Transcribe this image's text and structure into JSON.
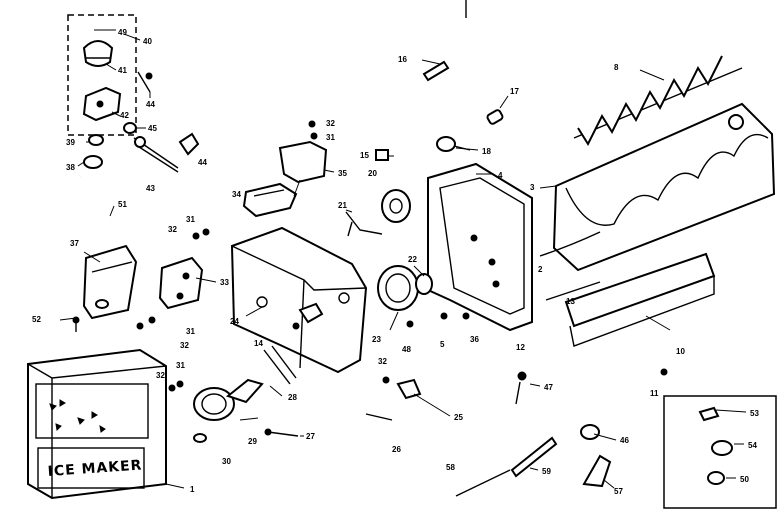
{
  "ice_maker_label": "ICE MAKER",
  "callouts": [
    {
      "id": "49",
      "text": "49"
    },
    {
      "id": "40",
      "text": "40"
    },
    {
      "id": "41",
      "text": "41"
    },
    {
      "id": "44a",
      "text": "44"
    },
    {
      "id": "42",
      "text": "42"
    },
    {
      "id": "45",
      "text": "45"
    },
    {
      "id": "39",
      "text": "39"
    },
    {
      "id": "38",
      "text": "38"
    },
    {
      "id": "43",
      "text": "43"
    },
    {
      "id": "44b",
      "text": "44"
    },
    {
      "id": "51",
      "text": "51"
    },
    {
      "id": "37",
      "text": "37"
    },
    {
      "id": "52",
      "text": "52"
    },
    {
      "id": "1",
      "text": "1"
    },
    {
      "id": "33",
      "text": "33"
    },
    {
      "id": "31a",
      "text": "31"
    },
    {
      "id": "32a",
      "text": "32"
    },
    {
      "id": "31b",
      "text": "31"
    },
    {
      "id": "32b",
      "text": "32"
    },
    {
      "id": "24",
      "text": "24"
    },
    {
      "id": "34",
      "text": "34"
    },
    {
      "id": "32c",
      "text": "32"
    },
    {
      "id": "31c",
      "text": "31"
    },
    {
      "id": "35",
      "text": "35"
    },
    {
      "id": "16",
      "text": "16"
    },
    {
      "id": "17",
      "text": "17"
    },
    {
      "id": "18",
      "text": "18"
    },
    {
      "id": "15",
      "text": "15"
    },
    {
      "id": "20",
      "text": "20"
    },
    {
      "id": "21",
      "text": "21"
    },
    {
      "id": "22",
      "text": "22"
    },
    {
      "id": "23a",
      "text": "23"
    },
    {
      "id": "48",
      "text": "48"
    },
    {
      "id": "5",
      "text": "5"
    },
    {
      "id": "36",
      "text": "36"
    },
    {
      "id": "4",
      "text": "4"
    },
    {
      "id": "3",
      "text": "3"
    },
    {
      "id": "2",
      "text": "2"
    },
    {
      "id": "12",
      "text": "12"
    },
    {
      "id": "13",
      "text": "13"
    },
    {
      "id": "8",
      "text": "8"
    },
    {
      "id": "10",
      "text": "10"
    },
    {
      "id": "11",
      "text": "11"
    },
    {
      "id": "47",
      "text": "47"
    },
    {
      "id": "14",
      "text": "14"
    },
    {
      "id": "28",
      "text": "28"
    },
    {
      "id": "29",
      "text": "29"
    },
    {
      "id": "30",
      "text": "30"
    },
    {
      "id": "27",
      "text": "27"
    },
    {
      "id": "32d",
      "text": "32"
    },
    {
      "id": "31d",
      "text": "31"
    },
    {
      "id": "32e",
      "text": "32"
    },
    {
      "id": "25",
      "text": "25"
    },
    {
      "id": "26",
      "text": "26"
    },
    {
      "id": "46",
      "text": "46"
    },
    {
      "id": "58",
      "text": "58"
    },
    {
      "id": "59",
      "text": "59"
    },
    {
      "id": "57",
      "text": "57"
    },
    {
      "id": "53",
      "text": "53"
    },
    {
      "id": "54",
      "text": "54"
    },
    {
      "id": "50",
      "text": "50"
    }
  ]
}
